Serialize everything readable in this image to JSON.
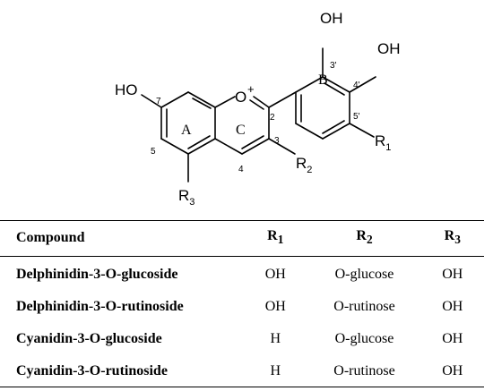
{
  "structure": {
    "atoms": {
      "ho_left": "HO",
      "o_plus": "O",
      "charge": "+",
      "oh_top": "OH",
      "oh_right": "OH",
      "r1": "R",
      "r1_sub": "1",
      "r2": "R",
      "r2_sub": "2",
      "r3": "R",
      "r3_sub": "3"
    },
    "ring_labels": {
      "a": "A",
      "b": "B",
      "c": "C"
    },
    "positions": {
      "p7": "7",
      "p5": "5",
      "p4": "4",
      "p3": "3",
      "p2": "2",
      "p3p": "3'",
      "p4p": "4'",
      "p5p": "5'"
    }
  },
  "table": {
    "headers": {
      "compound": "Compound",
      "r1": "R",
      "r1_sub": "1",
      "r2": "R",
      "r2_sub": "2",
      "r3": "R",
      "r3_sub": "3"
    },
    "rows": [
      {
        "compound": "Delphinidin-3-O-glucoside",
        "r1": "OH",
        "r2": "O-glucose",
        "r3": "OH"
      },
      {
        "compound": "Delphinidin-3-O-rutinoside",
        "r1": "OH",
        "r2": "O-rutinose",
        "r3": "OH"
      },
      {
        "compound": "Cyanidin-3-O-glucoside",
        "r1": "H",
        "r2": "O-glucose",
        "r3": "OH"
      },
      {
        "compound": "Cyanidin-3-O-rutinoside",
        "r1": "H",
        "r2": "O-rutinose",
        "r3": "OH"
      }
    ]
  }
}
